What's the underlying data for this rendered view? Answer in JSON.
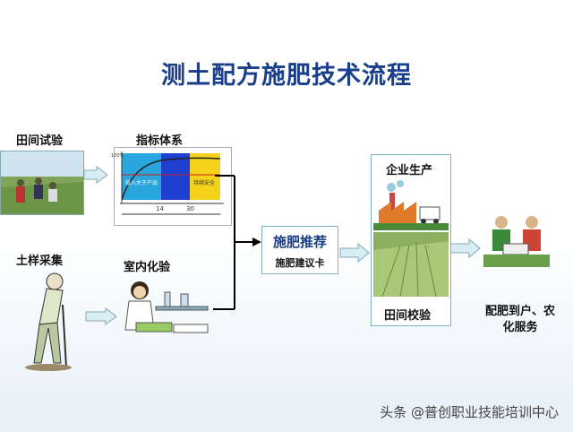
{
  "title": "测土配方施肥技术流程",
  "labels": {
    "field_test": "田间试验",
    "indicator_system": "指标体系",
    "soil_sampling": "土样采集",
    "lab_test": "室内化验",
    "recommend": "施肥推荐",
    "card": "施肥建议卡",
    "enterprise": "企业生产",
    "field_verify": "田间校验",
    "service_line1": "配肥到户、农",
    "service_line2": "化服务"
  },
  "chart_labels": {
    "ticks": [
      "14",
      "30"
    ],
    "zones": [
      "投入大于产出",
      "持续安全"
    ],
    "y_tick": "100%"
  },
  "watermark": "头条 @普创职业技能培训中心"
}
